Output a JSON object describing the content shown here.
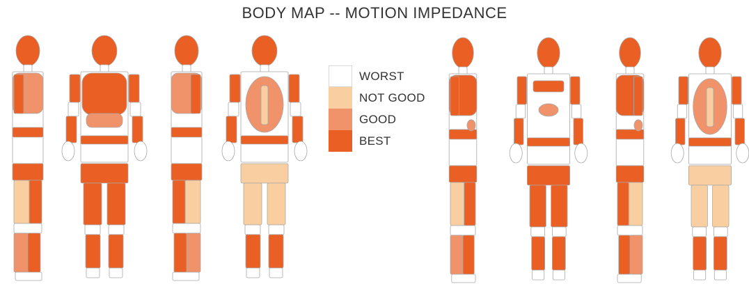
{
  "title": "BODY MAP -- MOTION IMPEDANCE",
  "legend": [
    {
      "label": "WORST",
      "level": "worst"
    },
    {
      "label": "NOT GOOD",
      "level": "not_good"
    },
    {
      "label": "GOOD",
      "level": "good"
    },
    {
      "label": "BEST",
      "level": "best"
    }
  ],
  "colors": {
    "worst": "#ffffff",
    "not_good": "#f9cfa2",
    "good": "#f0926a",
    "best": "#ea5f23",
    "outline": "#a8a8a8"
  },
  "figures": [
    {
      "name": "male-side-left"
    },
    {
      "name": "male-front"
    },
    {
      "name": "male-side-right"
    },
    {
      "name": "male-back"
    },
    {
      "name": "female-side-left"
    },
    {
      "name": "female-front"
    },
    {
      "name": "female-side-right"
    },
    {
      "name": "female-back"
    }
  ]
}
